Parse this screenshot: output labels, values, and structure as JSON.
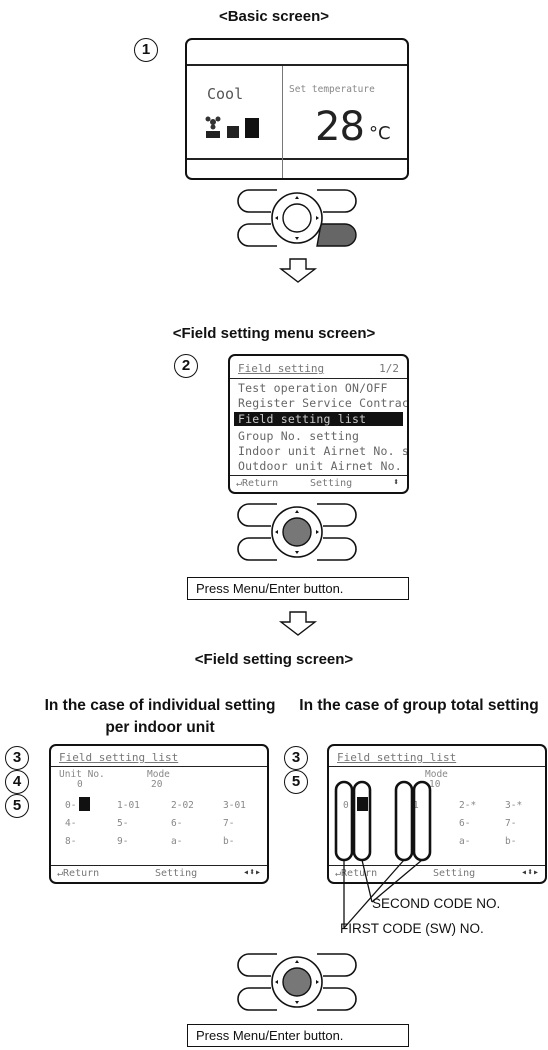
{
  "basic": {
    "heading": "<Basic screen>",
    "step": "1",
    "mode": "Cool",
    "setTempLabel": "Set temperature",
    "temp": "28",
    "unit": "°C"
  },
  "arrows": [
    "down-arrow",
    "down-arrow"
  ],
  "menu": {
    "heading": "<Field setting menu screen>",
    "step": "2",
    "title": "Field setting",
    "page": "1/2",
    "items": [
      "Test operation ON/OFF",
      "Register Service Contract",
      "Field setting list",
      "Group No. setting",
      "Indoor unit Airnet No. set",
      "Outdoor unit Airnet No. set"
    ],
    "selectedIndex": 2,
    "footer": {
      "back": "Return",
      "action": "Setting"
    },
    "instruction": "Press Menu/Enter button."
  },
  "field": {
    "heading": "<Field setting screen>",
    "individual": {
      "caption": "In the case of individual setting per indoor unit",
      "steps": [
        "3",
        "4",
        "5"
      ],
      "title": "Field setting list",
      "unitLabel": "Unit No.",
      "modeLabel": "Mode",
      "unitValue": "0",
      "modeValue": "20",
      "rows": [
        [
          "0-",
          "1-01",
          "2-02",
          "3-01"
        ],
        [
          "4-",
          "5-",
          "6-",
          "7-"
        ],
        [
          "8-",
          "9-",
          "a-",
          "b-"
        ]
      ],
      "footer": {
        "back": "Return",
        "action": "Setting"
      }
    },
    "group": {
      "caption": "In the case of group total setting",
      "steps": [
        "3",
        "5"
      ],
      "title": "Field setting list",
      "modeLabel": "Mode",
      "modeValue": "10",
      "colLabels": [
        "0",
        "1",
        "2",
        "3"
      ],
      "rightCodes": [
        "2-*",
        "3-*",
        "6-",
        "7-",
        "a-",
        "b-"
      ],
      "footer": {
        "back": "Return",
        "action": "Setting"
      }
    },
    "callouts": {
      "second": "SECOND CODE NO.",
      "first": "FIRST CODE (SW) NO."
    },
    "instruction": "Press Menu/Enter button."
  }
}
